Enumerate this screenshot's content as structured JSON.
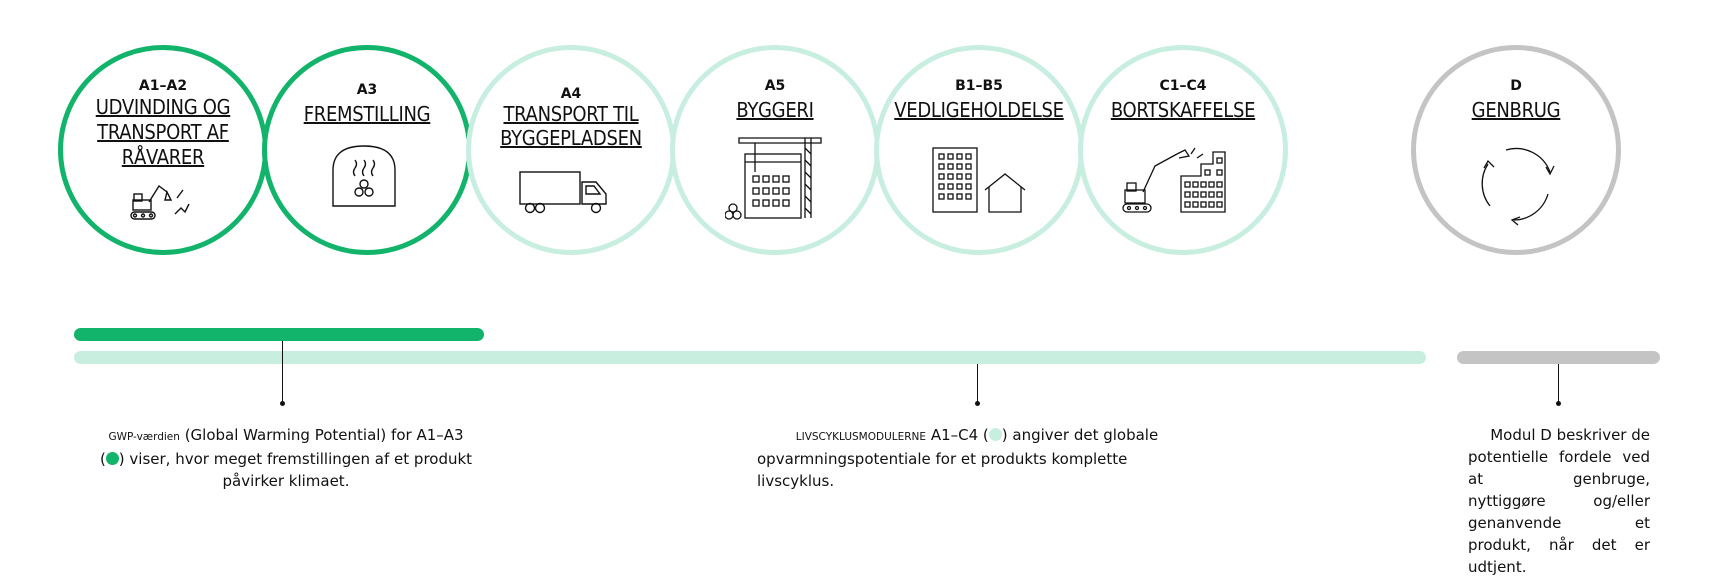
{
  "stages": [
    {
      "code": "A1–A2",
      "title_lines": [
        "UDVINDING OG",
        "TRANSPORT AF",
        "RÅVARER"
      ],
      "icon": "excavator-icon"
    },
    {
      "code": "A3",
      "title_lines": [
        "FREMSTILLING"
      ],
      "icon": "factory-furnace-icon"
    },
    {
      "code": "A4",
      "title_lines": [
        "TRANSPORT TIL",
        "BYGGEPLADSEN"
      ],
      "icon": "truck-icon"
    },
    {
      "code": "A5",
      "title_lines": [
        "BYGGERI"
      ],
      "icon": "crane-building-icon"
    },
    {
      "code": "B1–B5",
      "title_lines": [
        "VEDLIGEHOLDELSE"
      ],
      "icon": "building-house-icon"
    },
    {
      "code": "C1–C4",
      "title_lines": [
        "BORTSKAFFELSE"
      ],
      "icon": "demolition-icon"
    },
    {
      "code": "D",
      "title_lines": [
        "GENBRUG"
      ],
      "icon": "recycle-icon"
    }
  ],
  "colors": {
    "strong": "#12b36a",
    "light": "#c8eee0",
    "grey": "#c4c4c4"
  },
  "notes": {
    "gwp": {
      "small": "GWP-værdien",
      "text1": "(Global Warming Potential) for A1–A3",
      "text2_pre": "(",
      "text2_post": ") viser, hvor meget fremstillingen af et produkt",
      "text3": "påvirker klimaet."
    },
    "lifecycle": {
      "small": "LIVSCYKLUSMODULERNE",
      "text1_pre": "A1–C4 (",
      "text1_post": ") angiver det globale",
      "text2": "opvarmningspotentiale for et produkts komplette",
      "text3": "livscyklus."
    },
    "module_d": {
      "lines": [
        "Modul D beskriver de",
        "potentielle fordele ved",
        "at genbruge,",
        "nyttiggøre og/eller",
        "genanvende et",
        "produkt, når det er",
        "udtjent."
      ]
    }
  }
}
